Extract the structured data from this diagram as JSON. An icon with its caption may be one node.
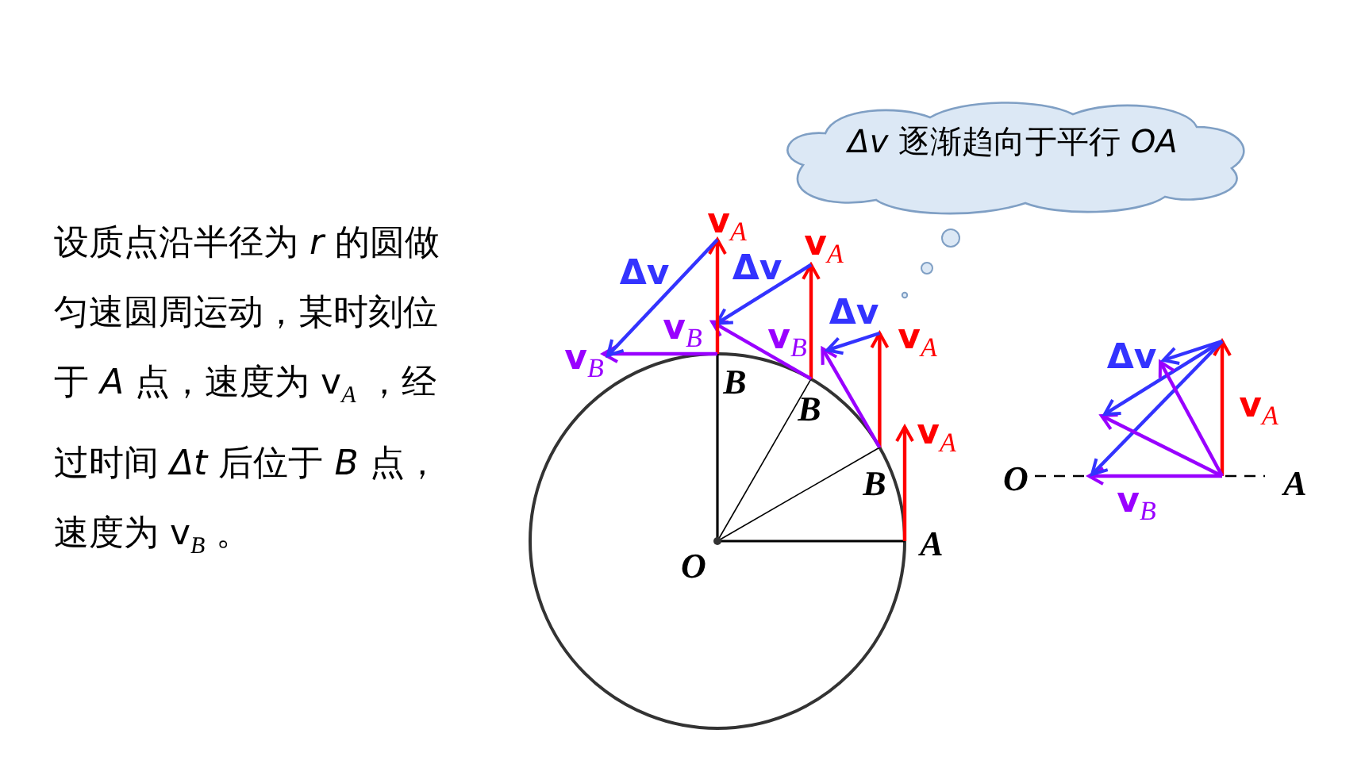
{
  "diagram": {
    "nodes": [
      {
        "text": [
          "*Δv* 逐渐趋向于平行 *OA*"
        ]
      }
    ],
    "labels": [
      "设质点沿半径为 *r* 的圆做匀速圆周运动，某时刻位于 *A* 点，速度为 v$_{A}$ ，经过时间 *Δt* 后位于 *B* 点，速度为 v$_{B}$ 。",
      "v$_{A}$",
      "v$_{A}$",
      "Δv",
      "Δv",
      "Δv",
      "v$_{B}$",
      "v$_{B}$",
      "v$_{B}$",
      "v$_{A}$",
      "Δv",
      "B",
      "B",
      "v$_{A}$",
      "v$_{A}$",
      "B",
      "O",
      "A",
      "v$_{B}$",
      "O",
      "A"
    ]
  }
}
